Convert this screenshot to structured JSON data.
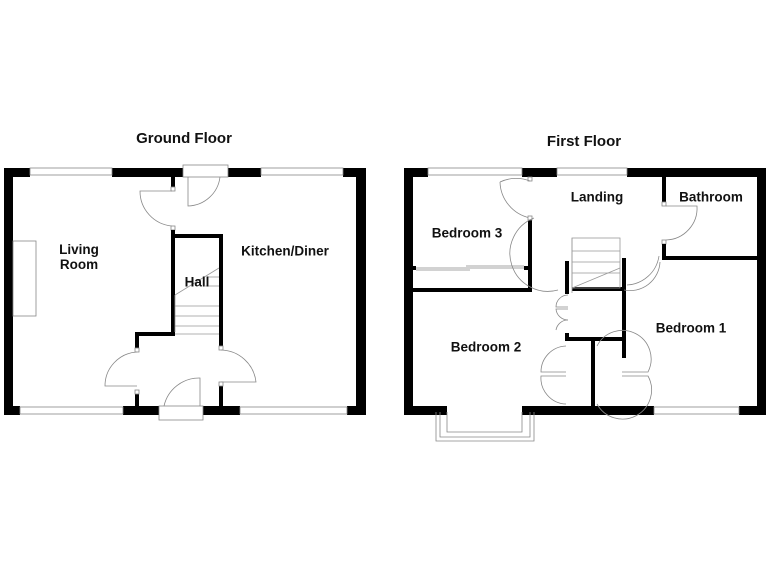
{
  "ground_floor": {
    "title": "Ground Floor",
    "rooms": {
      "living_room_line1": "Living",
      "living_room_line2": "Room",
      "hall": "Hall",
      "kitchen_diner": "Kitchen/Diner"
    }
  },
  "first_floor": {
    "title": "First Floor",
    "rooms": {
      "landing": "Landing",
      "bathroom": "Bathroom",
      "bedroom_3": "Bedroom 3",
      "bedroom_2": "Bedroom 2",
      "bedroom_1": "Bedroom 1"
    }
  },
  "colors": {
    "wall": "#000000",
    "fixture_line": "#888888",
    "background": "#ffffff"
  }
}
